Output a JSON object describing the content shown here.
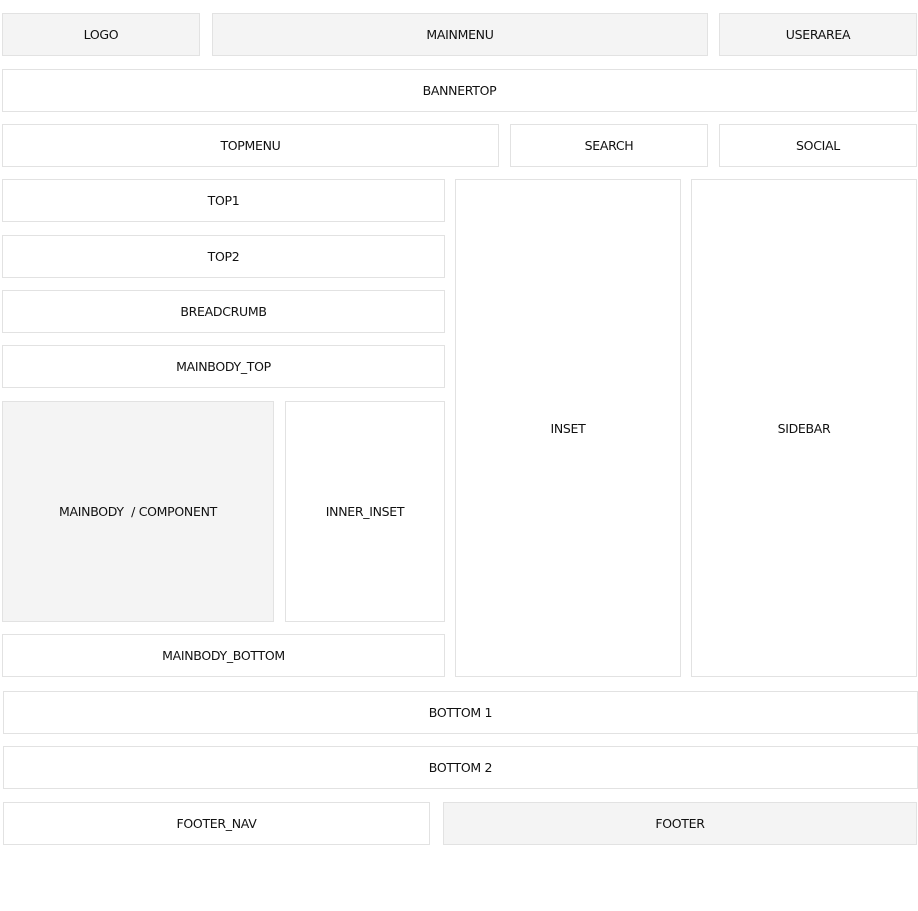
{
  "positions": {
    "logo": "LOGO",
    "mainmenu": "MAINMENU",
    "userarea": "USERAREA",
    "bannertop": "BANNERTOP",
    "topmenu": "TOPMENU",
    "search": "SEARCH",
    "social": "SOCIAL",
    "top1": "TOP1",
    "top2": "TOP2",
    "breadcrumb": "BREADCRUMB",
    "mainbody_top": "MAINBODY_TOP",
    "mainbody": "MAINBODY  / COMPONENT",
    "inner_inset": "INNER_INSET",
    "mainbody_bottom": "MAINBODY_BOTTOM",
    "inset": "INSET",
    "sidebar": "SIDEBAR",
    "bottom1": "BOTTOM 1",
    "bottom2": "BOTTOM 2",
    "footer_nav": "FOOTER_NAV",
    "footer": "FOOTER"
  },
  "colors": {
    "highlight_fill": "#f4f4f4",
    "border": "#e2e2e2"
  }
}
